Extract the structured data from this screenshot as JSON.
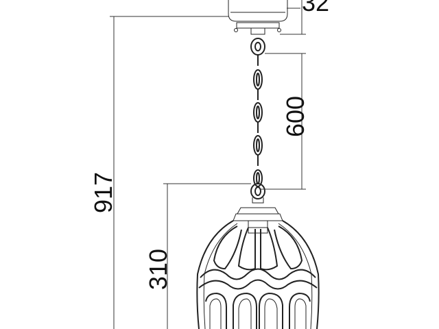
{
  "dimensions": {
    "canopy_height": "32",
    "chain_length": "600",
    "total_height": "917",
    "lantern_height": "310"
  },
  "colors": {
    "line": "#222222",
    "background": "#ffffff",
    "text": "#111111"
  }
}
